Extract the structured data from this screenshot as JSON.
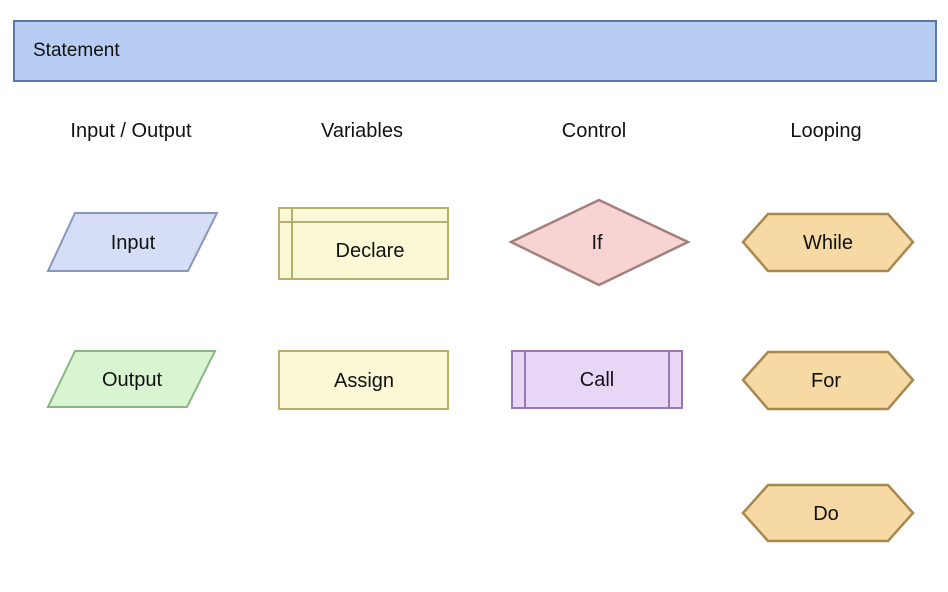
{
  "banner": {
    "label": "Statement"
  },
  "columns": [
    {
      "id": "input-output",
      "label": "Input / Output"
    },
    {
      "id": "variables",
      "label": "Variables"
    },
    {
      "id": "control",
      "label": "Control"
    },
    {
      "id": "looping",
      "label": "Looping"
    }
  ],
  "shapes": {
    "input": {
      "label": "Input",
      "type": "parallelogram",
      "fill": "#d5def6",
      "stroke": "#8a97bd"
    },
    "output": {
      "label": "Output",
      "type": "parallelogram",
      "fill": "#d9f4d0",
      "stroke": "#89b786"
    },
    "declare": {
      "label": "Declare",
      "type": "declare-rectangle",
      "fill": "#fbf8d5",
      "stroke": "#b6b06e"
    },
    "assign": {
      "label": "Assign",
      "type": "rectangle",
      "fill": "#fbf8d5",
      "stroke": "#b6b06e"
    },
    "if": {
      "label": "If",
      "type": "diamond",
      "fill": "#f7d4d3",
      "stroke": "#a37f7d"
    },
    "call": {
      "label": "Call",
      "type": "predefined-process",
      "fill": "#e7d6f5",
      "stroke": "#9877b5"
    },
    "while": {
      "label": "While",
      "type": "hexagon",
      "fill": "#f6d9a3",
      "stroke": "#a8884d"
    },
    "for": {
      "label": "For",
      "type": "hexagon",
      "fill": "#f6d9a3",
      "stroke": "#a8884d"
    },
    "do": {
      "label": "Do",
      "type": "hexagon",
      "fill": "#f6d9a3",
      "stroke": "#a8884d"
    }
  },
  "colors": {
    "background": "#ffffff",
    "banner_fill": "#b7cdf3",
    "banner_border": "#5878ab",
    "text": "#111111"
  }
}
